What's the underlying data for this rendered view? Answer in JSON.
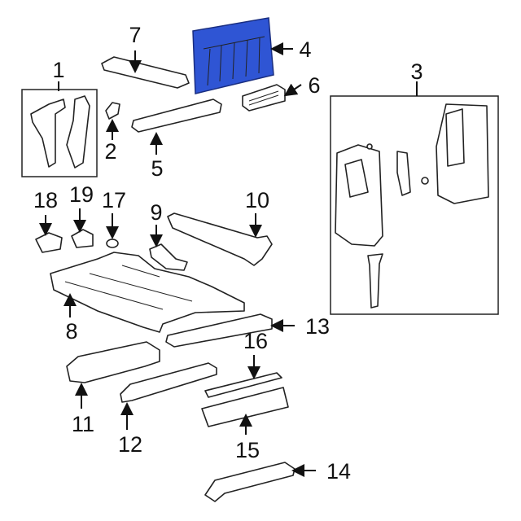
{
  "diagram": {
    "highlight_color": "#2f55d4",
    "callouts": [
      {
        "id": "1",
        "label": "1"
      },
      {
        "id": "2",
        "label": "2"
      },
      {
        "id": "3",
        "label": "3"
      },
      {
        "id": "4",
        "label": "4"
      },
      {
        "id": "5",
        "label": "5"
      },
      {
        "id": "6",
        "label": "6"
      },
      {
        "id": "7",
        "label": "7"
      },
      {
        "id": "8",
        "label": "8"
      },
      {
        "id": "9",
        "label": "9"
      },
      {
        "id": "10",
        "label": "10"
      },
      {
        "id": "11",
        "label": "11"
      },
      {
        "id": "12",
        "label": "12"
      },
      {
        "id": "13",
        "label": "13"
      },
      {
        "id": "14",
        "label": "14"
      },
      {
        "id": "15",
        "label": "15"
      },
      {
        "id": "16",
        "label": "16"
      },
      {
        "id": "17",
        "label": "17"
      },
      {
        "id": "18",
        "label": "18"
      },
      {
        "id": "19",
        "label": "19"
      }
    ]
  }
}
